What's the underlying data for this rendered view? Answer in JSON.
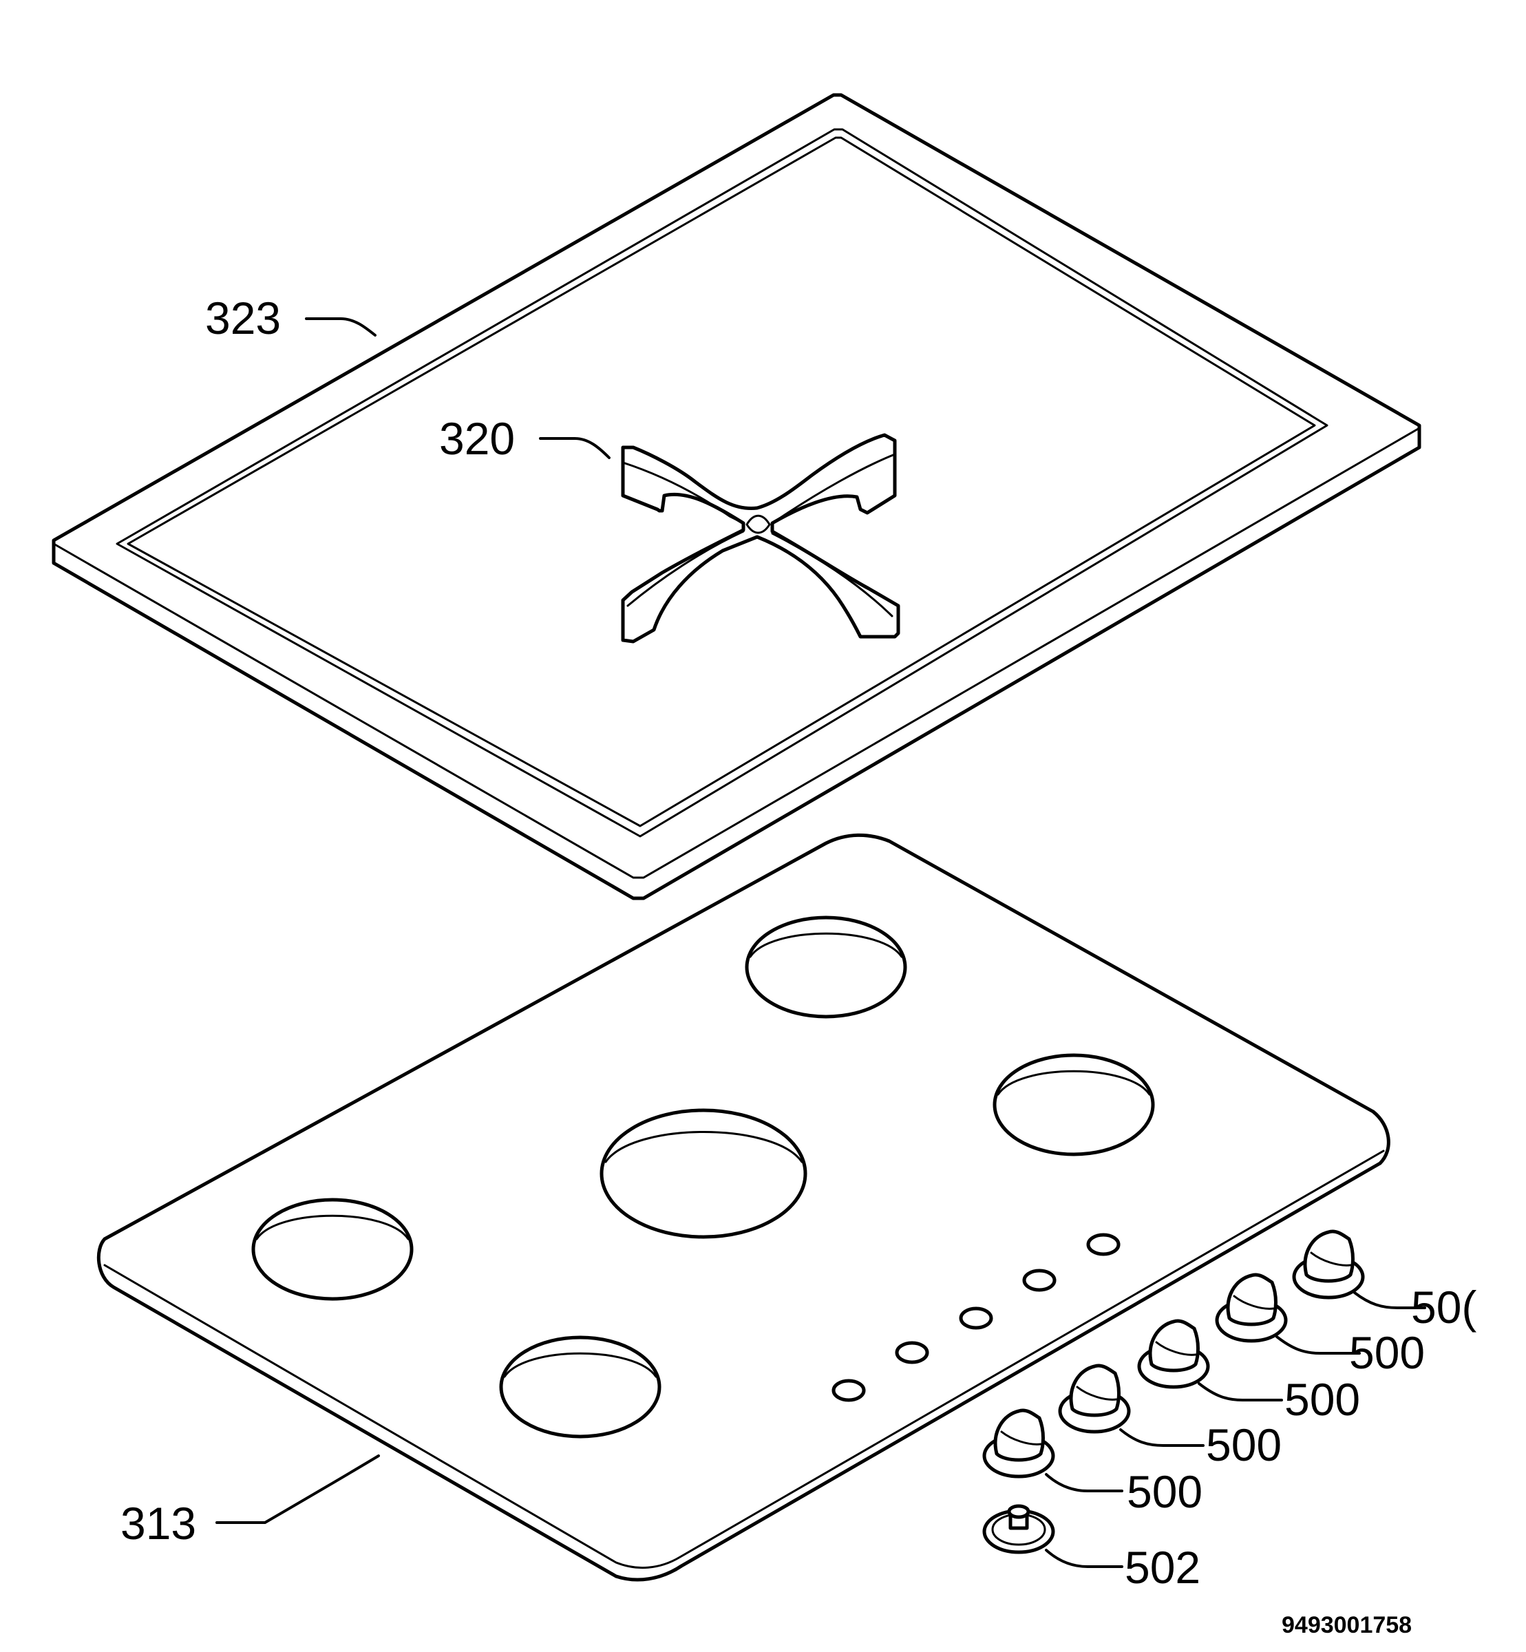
{
  "callouts": {
    "frame": "323",
    "pan_support": "320",
    "hob_top": "313",
    "knob_1": "500",
    "knob_2": "500",
    "knob_3": "500",
    "knob_4": "500",
    "knob_5": "50(",
    "knob_base": "502"
  },
  "document_number": "9493001758"
}
